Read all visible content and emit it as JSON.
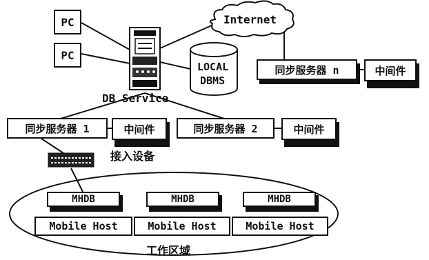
{
  "nodes": {
    "pc_top": "PC",
    "pc_bottom": "PC",
    "internet": "Internet",
    "local_dbms_line1": "LOCAL",
    "local_dbms_line2": "DBMS",
    "db_service": "DB Service",
    "sync_server_1": "同步服务器 1",
    "sync_server_2": "同步服务器 2",
    "sync_server_n": "同步服务器 n",
    "middleware_1": "中间件",
    "middleware_2": "中间件",
    "middleware_n": "中间件",
    "access_device": "接入设备",
    "mhdb_1": "MHDB",
    "mhdb_2": "MHDB",
    "mhdb_3": "MHDB",
    "mobile_host_1": "Mobile Host",
    "mobile_host_2": "Mobile Host",
    "mobile_host_3": "Mobile Host",
    "work_area": "工作区域"
  },
  "colors": {
    "line": "#111111",
    "background": "#ffffff"
  }
}
